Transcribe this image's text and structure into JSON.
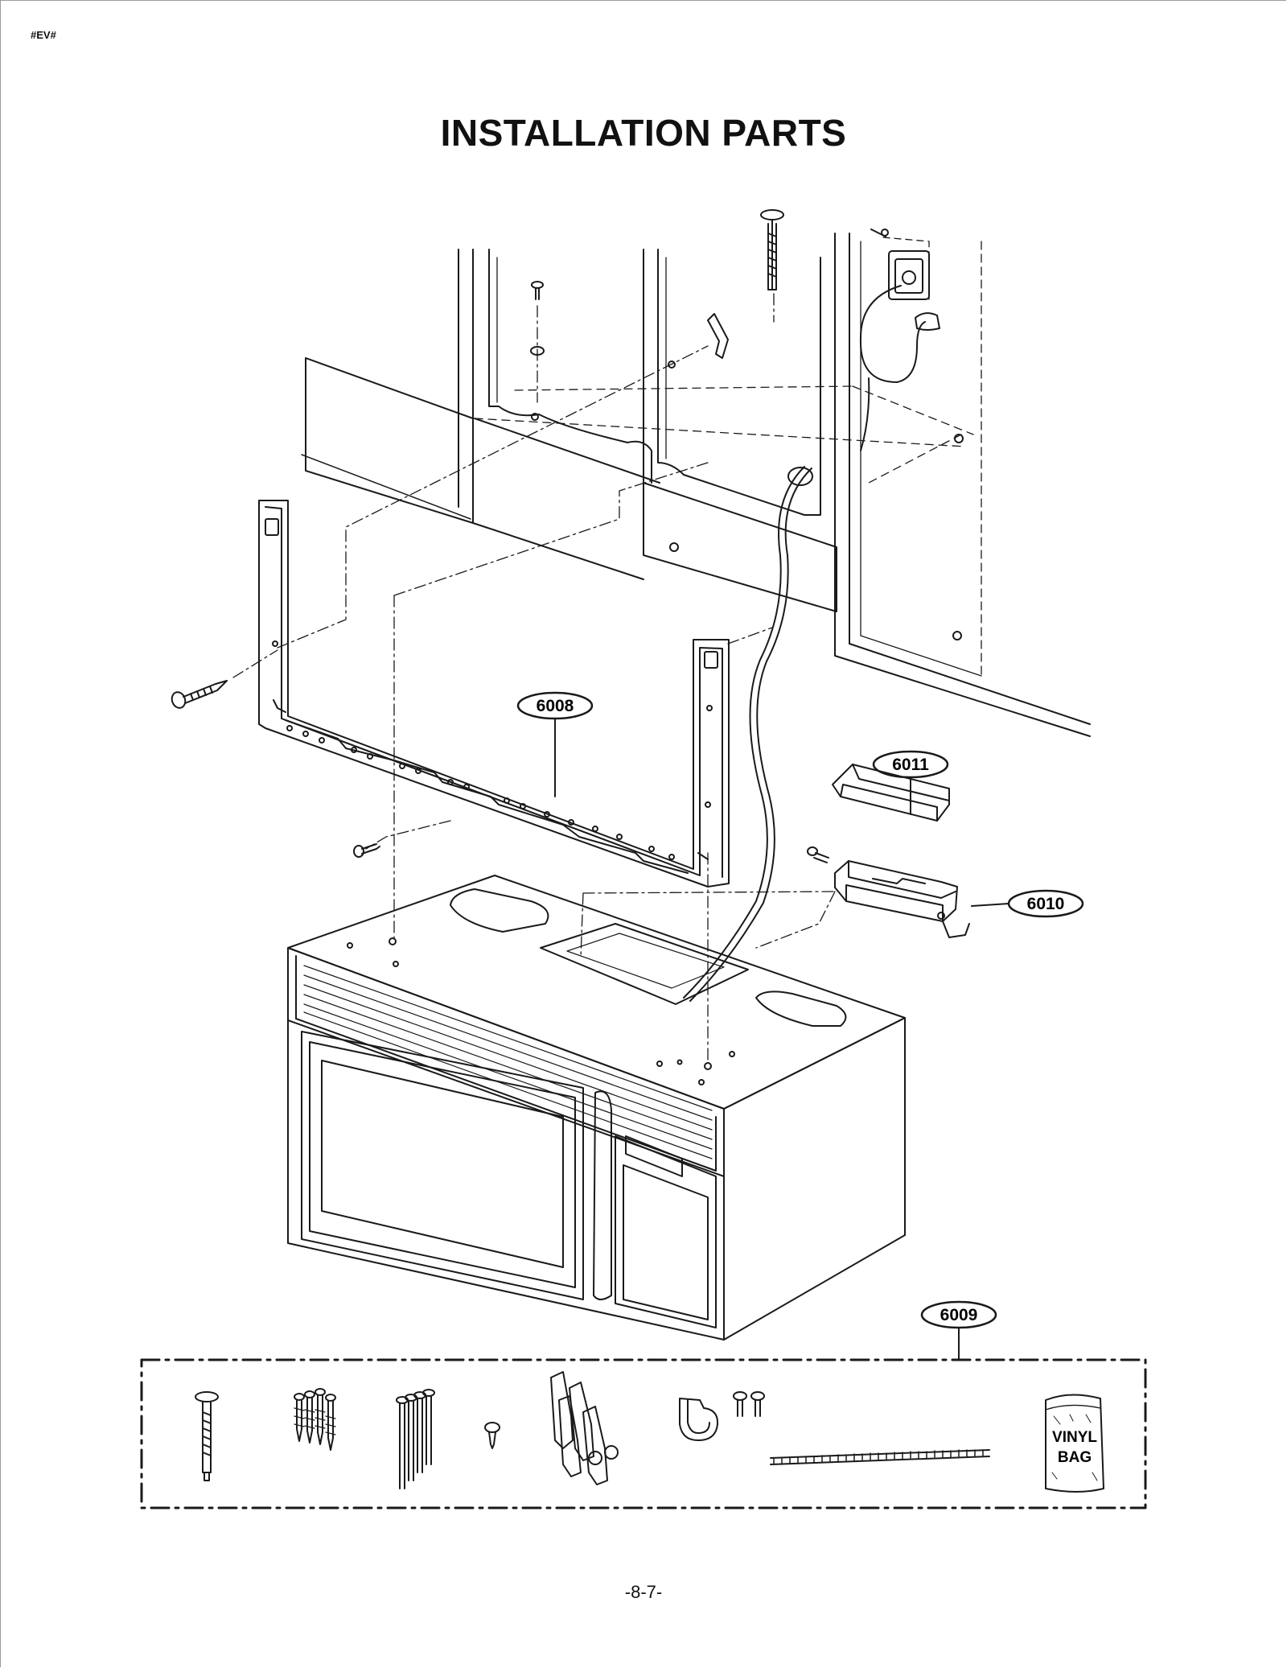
{
  "header": {
    "code": "#EV#"
  },
  "title": "INSTALLATION PARTS",
  "callouts": [
    {
      "id": "6008",
      "label": "6008"
    },
    {
      "id": "6011",
      "label": "6011"
    },
    {
      "id": "6010",
      "label": "6010"
    },
    {
      "id": "6009",
      "label": "6009"
    }
  ],
  "kit": {
    "bag_label_line1": "VINYL",
    "bag_label_line2": "BAG"
  },
  "icons": [
    "cabinet",
    "mounting-plate",
    "microwave-oven",
    "power-cord",
    "wall-outlet",
    "cord-clamp",
    "top-plate",
    "damper-cover",
    "toggle-bolt",
    "lag-screw",
    "wood-screw",
    "vinyl-bag",
    "filler-strip"
  ],
  "footer": {
    "page_number": "-8-7-"
  }
}
